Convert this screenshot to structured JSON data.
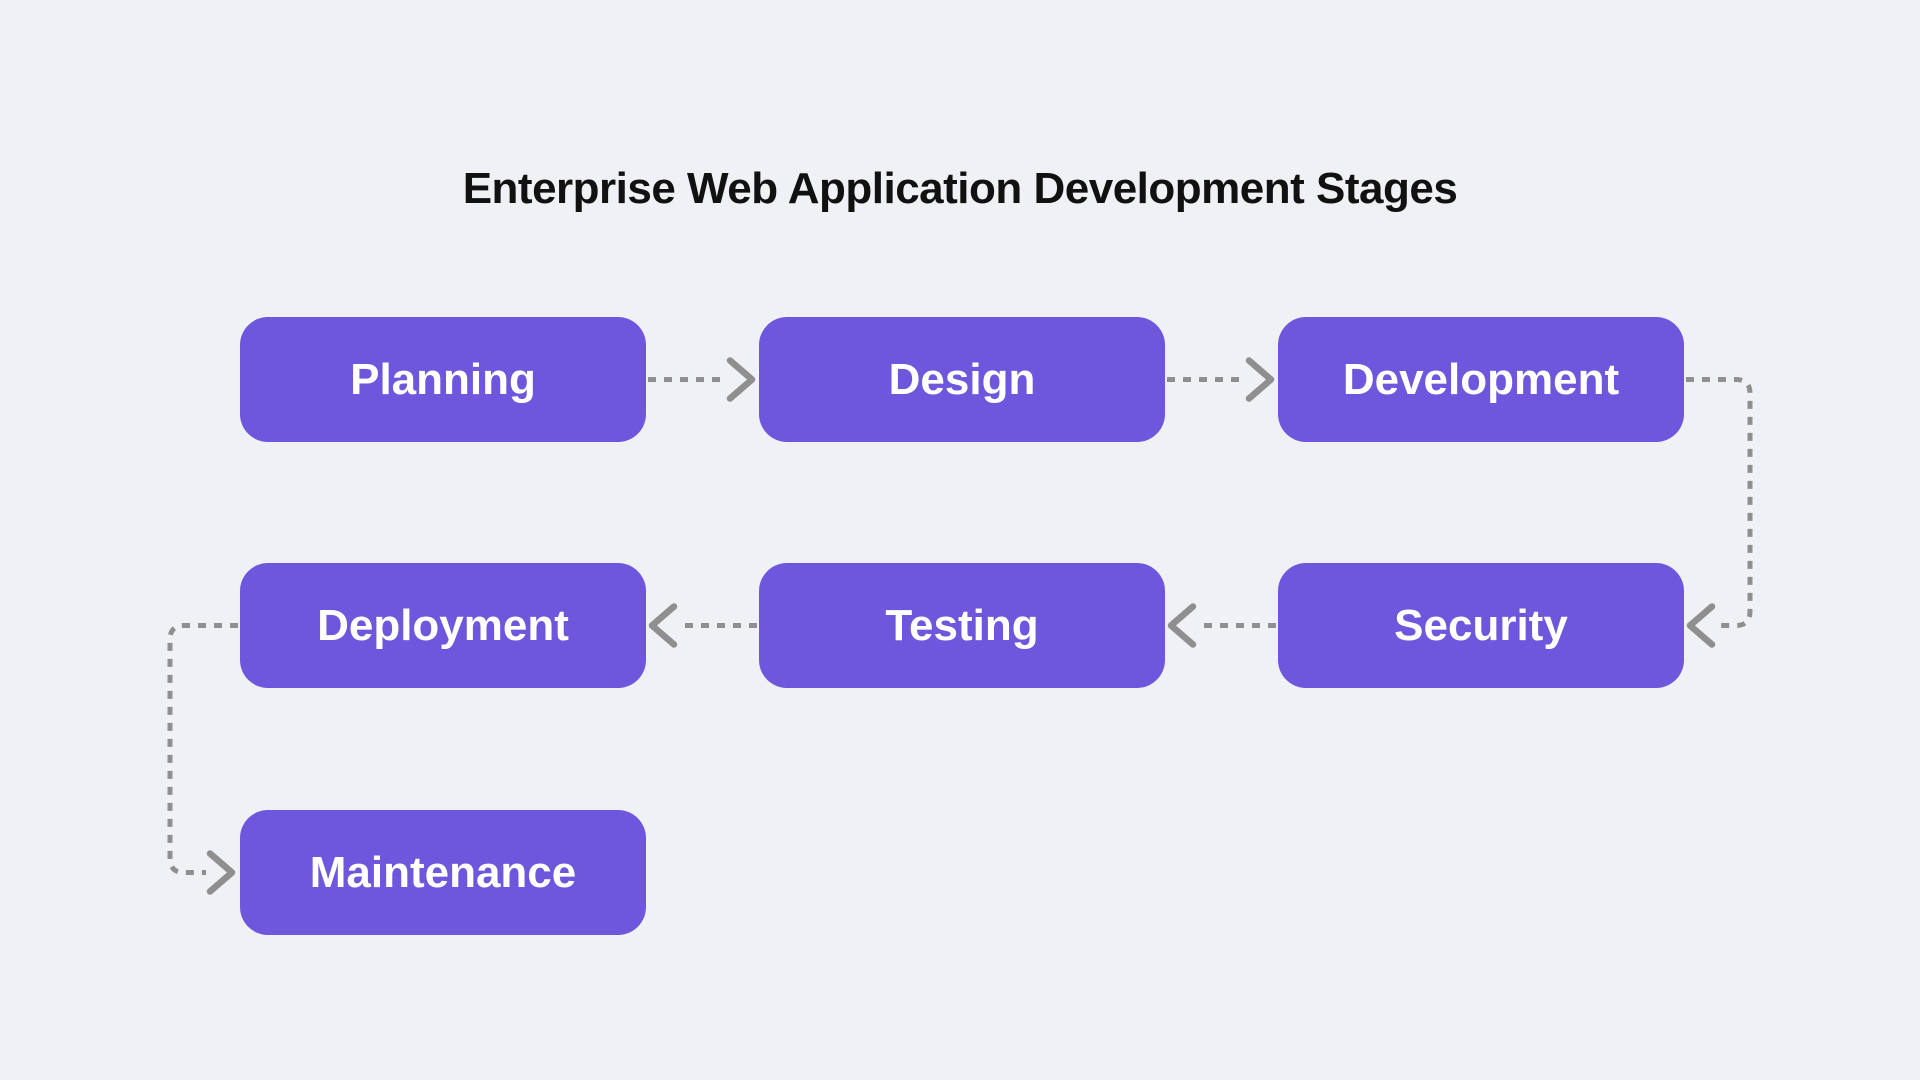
{
  "page": {
    "title": "Enterprise Web Application Development Stages",
    "background": "#f0f1f5"
  },
  "flowchart": {
    "node_fill": "#6e56dd",
    "node_text_color": "#ffffff",
    "connector_color": "#8f8f8f",
    "title_color": "#111111",
    "nodes": [
      {
        "id": "planning",
        "label": "Planning"
      },
      {
        "id": "design",
        "label": "Design"
      },
      {
        "id": "development",
        "label": "Development"
      },
      {
        "id": "deployment",
        "label": "Deployment"
      },
      {
        "id": "testing",
        "label": "Testing"
      },
      {
        "id": "security",
        "label": "Security"
      },
      {
        "id": "maintenance",
        "label": "Maintenance"
      }
    ],
    "edges": [
      {
        "from": "Planning",
        "to": "Design",
        "style": "dashed-arrow-right"
      },
      {
        "from": "Design",
        "to": "Development",
        "style": "dashed-arrow-right"
      },
      {
        "from": "Development",
        "to": "Security",
        "style": "dashed-elbow-right-down-left"
      },
      {
        "from": "Security",
        "to": "Testing",
        "style": "dashed-arrow-left"
      },
      {
        "from": "Testing",
        "to": "Deployment",
        "style": "dashed-arrow-left"
      },
      {
        "from": "Deployment",
        "to": "Maintenance",
        "style": "dashed-elbow-left-down-right"
      }
    ]
  }
}
